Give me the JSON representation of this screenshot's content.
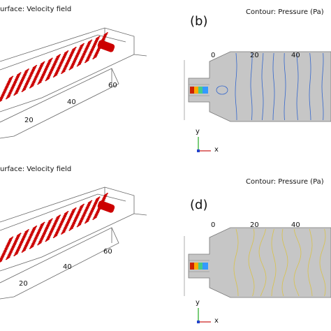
{
  "panels": [
    {
      "title": "urface: Velocity field",
      "ticks": [
        "60",
        "40",
        "20"
      ]
    },
    {
      "letter": "(b)",
      "title": "Contour: Pressure (Pa)",
      "ticks": [
        "0",
        "20",
        "40"
      ],
      "axis_y": "y",
      "axis_x": "x",
      "contour_color": "#3366cc"
    },
    {
      "title": "urface: Velocity field",
      "ticks": [
        "60",
        "40",
        "20"
      ]
    },
    {
      "letter": "(d)",
      "title": "Contour: Pressure (Pa)",
      "ticks": [
        "0",
        "20",
        "40"
      ],
      "axis_y": "y",
      "axis_x": "x",
      "contour_color": "#d9c24a"
    }
  ],
  "colors": {
    "velocity": "#cc0000",
    "domain_fill": "#c6c6c6",
    "outline": "#777777"
  }
}
